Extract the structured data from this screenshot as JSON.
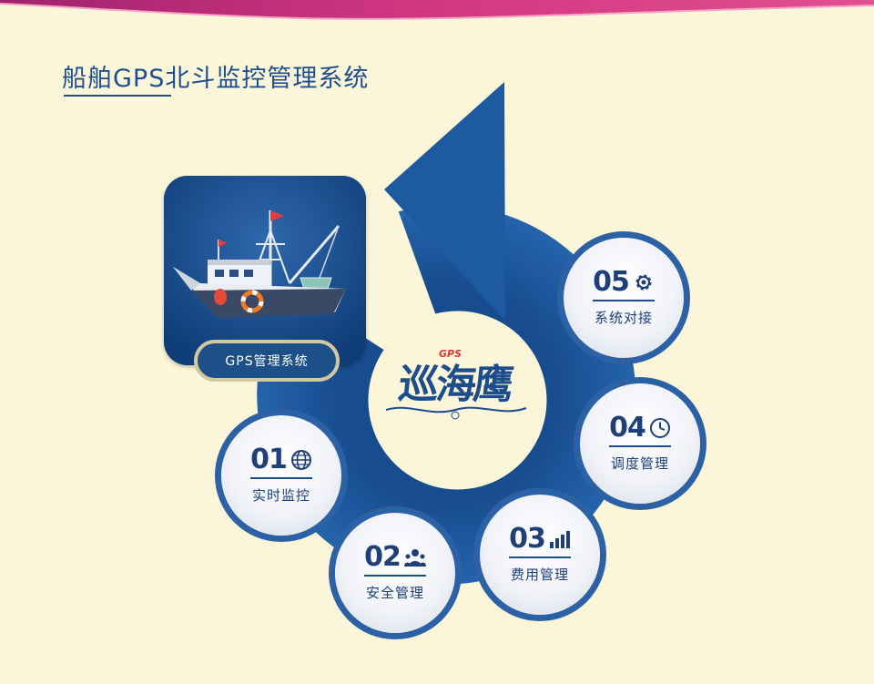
{
  "title": "船舶GPS北斗监控管理系统",
  "app": {
    "label": "GPS管理系统",
    "icon": "fishing-boat-icon"
  },
  "logo": {
    "text": "巡海鹰",
    "badge": "GPS",
    "registered": "®"
  },
  "steps": [
    {
      "number": "01",
      "label": "实时监控",
      "icon": "globe-icon"
    },
    {
      "number": "02",
      "label": "安全管理",
      "icon": "user-group-icon"
    },
    {
      "number": "03",
      "label": "费用管理",
      "icon": "bar-chart-icon"
    },
    {
      "number": "04",
      "label": "调度管理",
      "icon": "clock-icon"
    },
    {
      "number": "05",
      "label": "系统对接",
      "icon": "gear-icon"
    }
  ],
  "colors": {
    "background": "#fbf6d9",
    "arrow": "#1d5aa0",
    "title": "#1d4f8f",
    "step_text": "#1e3f78",
    "top_band": "#c9287d"
  }
}
